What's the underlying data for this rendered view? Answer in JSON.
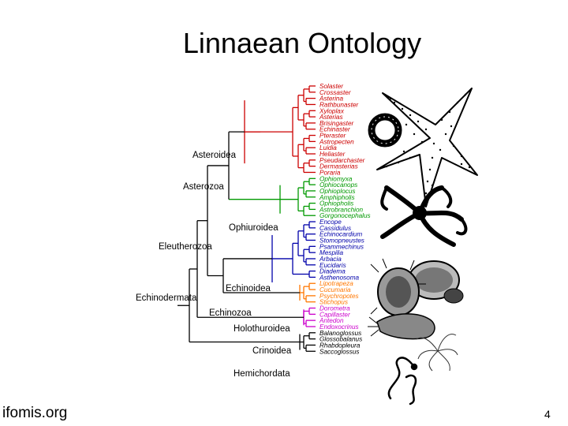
{
  "slide": {
    "title": "Linnaean Ontology",
    "footer_left": "ifomis.org",
    "page_number": "4"
  },
  "colors": {
    "asteroidea": "#cc0000",
    "ophiuroidea": "#009900",
    "echinoidea": "#0000aa",
    "holothuroidea": "#ff7700",
    "crinoidea": "#cc00cc",
    "hemichordata": "#000000",
    "trunk": "#000000"
  },
  "tree": {
    "internal_labels": {
      "echinodermata": "Echinodermata",
      "eleutherozoa": "Eleutherozoa",
      "asterozoa": "Asterozoa",
      "asteroidea": "Asteroidea",
      "ophiuroidea": "Ophiuroidea",
      "echinoidea": "Echinoidea",
      "echinozoa": "Echinozoa",
      "holothuroidea": "Holothuroidea",
      "crinoidea": "Crinoidea",
      "hemichordata": "Hemichordata"
    },
    "groups": [
      {
        "key": "asteroidea",
        "leaves": [
          "Solaster",
          "Crossaster",
          "Asterina",
          "Rathbunaster",
          "Xyloplax",
          "Asterias",
          "Brisingaster",
          "Echinaster",
          "Pteraster",
          "Astropecten",
          "Luidia",
          "Heliaster",
          "Pseudarchaster",
          "Dermasterias",
          "Poraria"
        ]
      },
      {
        "key": "ophiuroidea",
        "leaves": [
          "Ophiomyxa",
          "Ophiocanops",
          "Ophioplocus",
          "Amphipholis",
          "Ophiopholis",
          "Astrobranchion",
          "Gorgonocephalus"
        ]
      },
      {
        "key": "echinoidea",
        "leaves": [
          "Encope",
          "Cassidulus",
          "Echinocardium",
          "Stomopneustes",
          "Psammechinus",
          "Mespilia",
          "Arbacia",
          "Eucidaris",
          "Diadema",
          "Asthenosoma"
        ]
      },
      {
        "key": "holothuroidea",
        "leaves": [
          "Lipotrapeza",
          "Cucumaria",
          "Psychropotes",
          "Stichopus"
        ]
      },
      {
        "key": "crinoidea",
        "leaves": [
          "Dorometra",
          "Capillaster",
          "Antedon",
          "Endoxocrinus"
        ]
      },
      {
        "key": "hemichordata",
        "leaves": [
          "Balanoglossus",
          "Glossobalanus",
          "Rhabdopleura",
          "Saccoglossus"
        ]
      }
    ]
  },
  "illustrations": [
    {
      "name": "starfish-drawing",
      "depicts": "sea star"
    },
    {
      "name": "ring-drawing",
      "depicts": "ring-shaped sea star"
    },
    {
      "name": "brittle-star-drawing",
      "depicts": "brittle star"
    },
    {
      "name": "sea-urchin-drawing",
      "depicts": "sea urchin and sand dollar"
    },
    {
      "name": "sea-cucumber-drawing",
      "depicts": "sea cucumber"
    },
    {
      "name": "feather-star-drawing",
      "depicts": "feather star"
    },
    {
      "name": "acorn-worm-drawing",
      "depicts": "acorn worm"
    }
  ]
}
